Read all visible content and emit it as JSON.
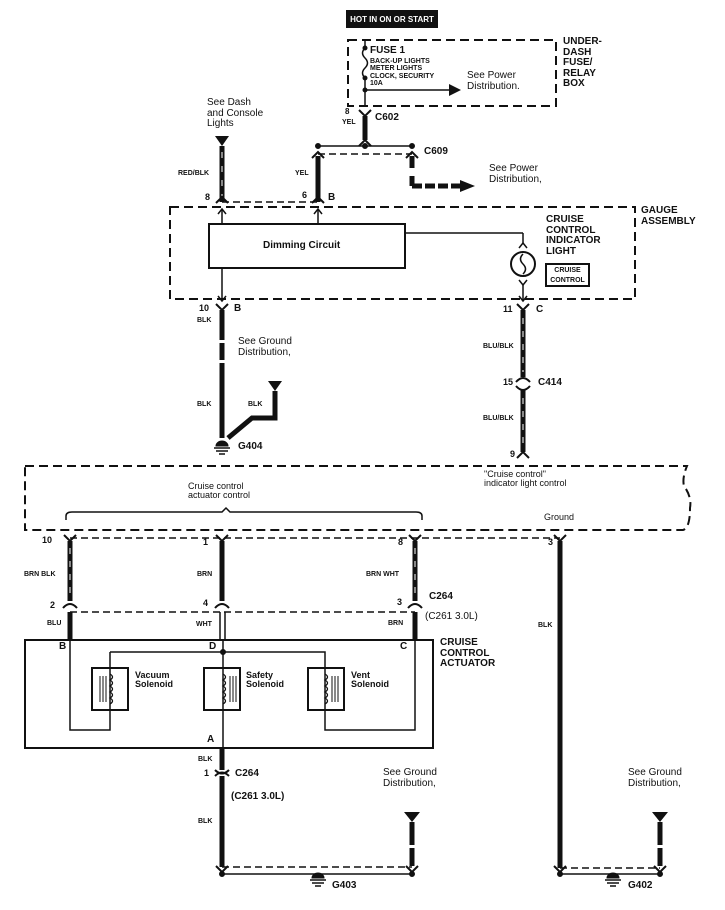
{
  "header": {
    "hot_badge": "HOT IN ON OR START"
  },
  "fuse_box": {
    "title": "UNDER-\nDASH\nFUSE/\nRELAY\nBOX",
    "fuse_name": "FUSE 1",
    "fuse_desc": "BACK-UP LIGHTS\nMETER LIGHTS\nCLOCK, SECURITY\n10A",
    "see_power": "See Power\nDistribution."
  },
  "connectors": {
    "c602": {
      "name": "C602",
      "pin": "8",
      "wire": "YEL"
    },
    "c609": {
      "name": "C609"
    },
    "c414": {
      "name": "C414",
      "pin": "15"
    },
    "c264_top": {
      "name": "C264",
      "alt": "(C261 3.0L)"
    },
    "c264_bottom": {
      "name": "C264",
      "alt": "(C261 3.0L)",
      "pin": "1"
    }
  },
  "dash_lights": {
    "label": "See Dash\nand Console\nLights",
    "wire": "RED/BLK",
    "pin": "8"
  },
  "yel_branch": {
    "wire": "YEL",
    "pin": "6",
    "terminal": "B",
    "see_power": "See Power\nDistribution,"
  },
  "gauge_assembly": {
    "title": "GAUGE\nASSEMBLY",
    "dimming_circuit": "Dimming Circuit",
    "indicator_title": "CRUISE\nCONTROL\nINDICATOR\nLIGHT",
    "indicator_badge": "CRUISE\nCONTROL",
    "pin_ground": "10",
    "terminal_ground": "B",
    "wire_ground": "BLK",
    "pin_indicator": "11",
    "terminal_indicator": "C"
  },
  "ground_g404": {
    "see_ground": "See Ground\nDistribution,",
    "wire_left": "BLK",
    "wire_right": "BLK",
    "name": "G404"
  },
  "indicator_wire": {
    "wire_upper": "BLU/BLK",
    "wire_lower": "BLU/BLK",
    "pin_ecu": "9"
  },
  "control_unit": {
    "actuator_control": "Cruise control\nactuator control",
    "indicator_control": "\"Cruise control\"\nindicator light control",
    "ground": "Ground"
  },
  "actuator_wires": [
    {
      "pin_top": "10",
      "wire_top": "BRN BLK",
      "pin_mid": "2",
      "wire_bottom": "BLU",
      "terminal": "B"
    },
    {
      "pin_top": "1",
      "wire_top": "BRN",
      "pin_mid": "4",
      "wire_bottom": "WHT",
      "terminal": "D"
    },
    {
      "pin_top": "8",
      "wire_top": "BRN WHT",
      "pin_mid": "3",
      "wire_bottom": "BRN",
      "terminal": "C"
    }
  ],
  "ground_wire": {
    "pin": "3",
    "wire": "BLK"
  },
  "actuator": {
    "title": "CRUISE\nCONTROL\nACTUATOR",
    "solenoids": [
      "Vacuum\nSolenoid",
      "Safety\nSolenoid",
      "Vent\nSolenoid"
    ],
    "terminal_a": "A",
    "wire_out_upper": "BLK",
    "wire_out_lower": "BLK"
  },
  "ground_g403": {
    "see_ground": "See Ground\nDistribution,",
    "name": "G403"
  },
  "ground_g402": {
    "see_ground": "See Ground\nDistribution,",
    "name": "G402"
  }
}
